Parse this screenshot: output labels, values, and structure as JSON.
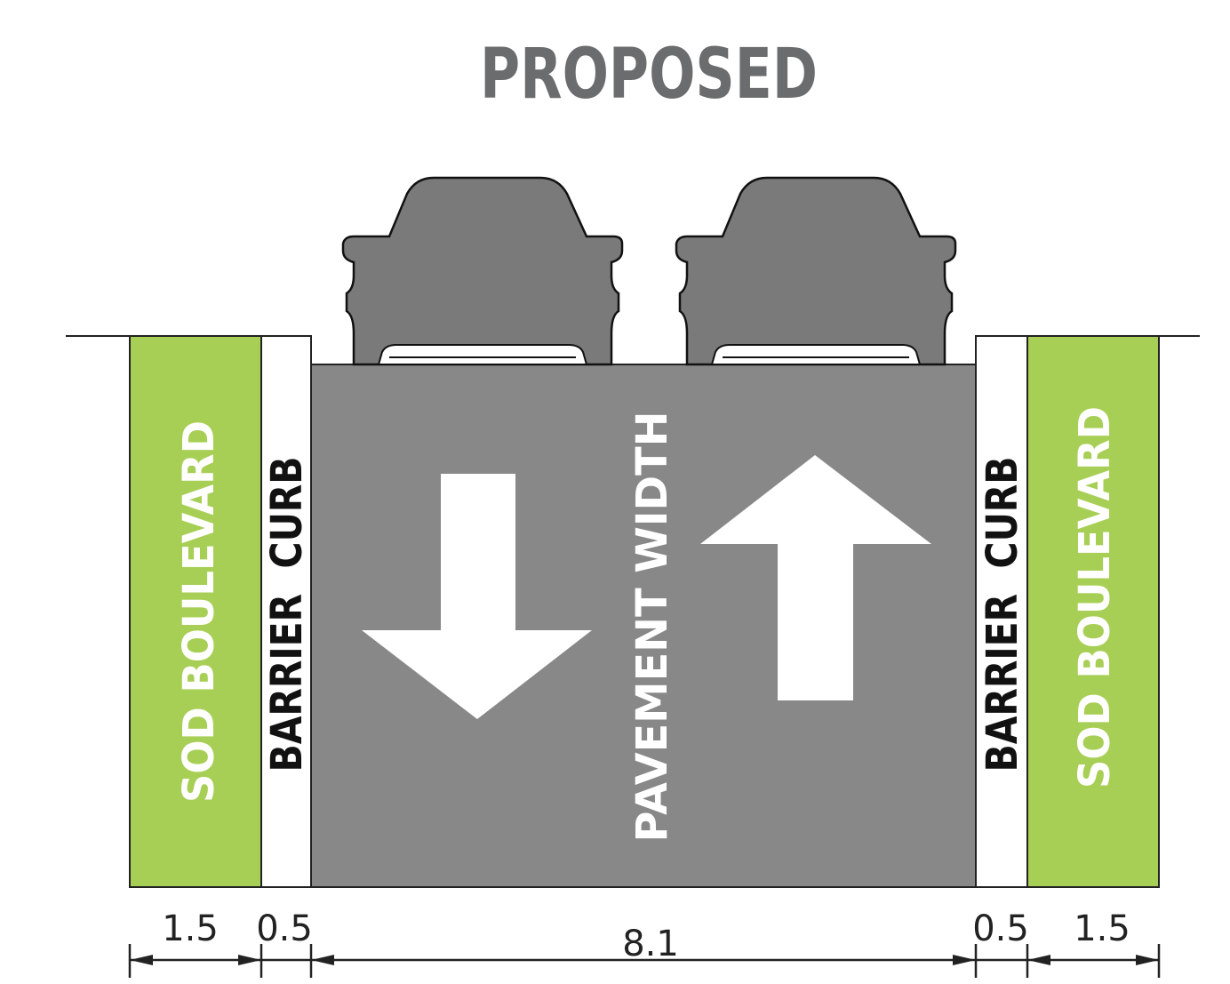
{
  "title": "PROPOSED",
  "sections": {
    "left_boulevard": "SOD BOULEVARD",
    "left_curb": "BARRIER  CURB",
    "pavement": "PAVEMENT WIDTH",
    "right_curb": "BARRIER  CURB",
    "right_boulevard": "SOD BOULEVARD"
  },
  "dimensions": {
    "left_boulevard": "1.5",
    "left_curb": "0.5",
    "pavement": "8.1",
    "right_curb": "0.5",
    "right_boulevard": "1.5"
  },
  "colors": {
    "sod": "#a8cf55",
    "pavement": "#888888",
    "car": "#7a7a7a",
    "title": "#6b6c6e"
  },
  "icons": {
    "car": "car-rear-icon",
    "down_arrow": "arrow-down-icon",
    "up_arrow": "arrow-up-icon"
  }
}
